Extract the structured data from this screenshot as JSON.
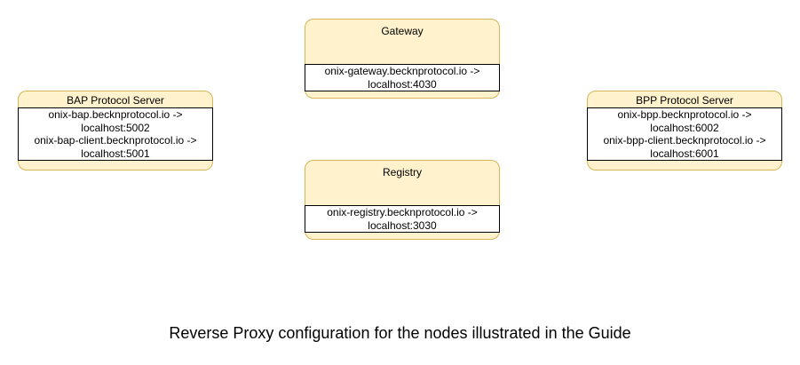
{
  "diagram": {
    "caption": "Reverse Proxy configuration for the nodes illustrated in the Guide",
    "colors": {
      "node_fill": "#FFF2CC",
      "node_border": "#D6B656",
      "mapping_fill": "#FFFFFF",
      "mapping_border": "#000000",
      "text": "#000000"
    },
    "nodes": [
      {
        "id": "gateway",
        "title": "Gateway",
        "lines": [
          "onix-gateway.becknprotocol.io ->",
          "localhost:4030"
        ]
      },
      {
        "id": "bap",
        "title": "BAP Protocol Server",
        "lines": [
          "onix-bap.becknprotocol.io ->",
          "localhost:5002",
          "onix-bap-client.becknprotocol.io ->",
          "localhost:5001"
        ]
      },
      {
        "id": "bpp",
        "title": "BPP Protocol Server",
        "lines": [
          "onix-bpp.becknprotocol.io ->",
          "localhost:6002",
          "onix-bpp-client.becknprotocol.io ->",
          "localhost:6001"
        ]
      },
      {
        "id": "registry",
        "title": "Registry",
        "lines": [
          "onix-registry.becknprotocol.io ->",
          "localhost:3030"
        ]
      }
    ]
  }
}
